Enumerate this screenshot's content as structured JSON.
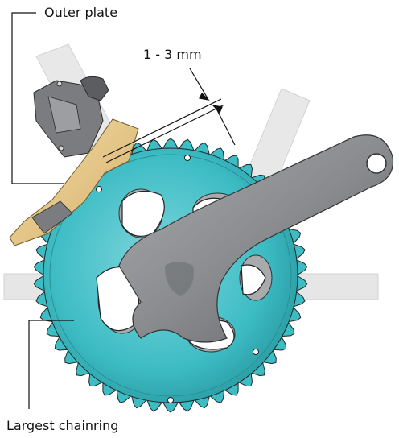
{
  "labels": {
    "outer_plate": "Outer plate",
    "gap": "1 - 3 mm",
    "largest_chainring": "Largest chainring"
  },
  "colors": {
    "chainring": "#3dbcc4",
    "chainring_shadow": "#2a9aa1",
    "outer_plate": "#e9c98a",
    "crank_arm": "#8c8e91",
    "frame_tube": "#e6e6e6",
    "derailleur": "#6a6c70",
    "leader_line": "#111111"
  },
  "icons": {
    "chainring": "chainring-icon",
    "crank": "crank-arm-icon",
    "derailleur": "front-derailleur-icon"
  }
}
